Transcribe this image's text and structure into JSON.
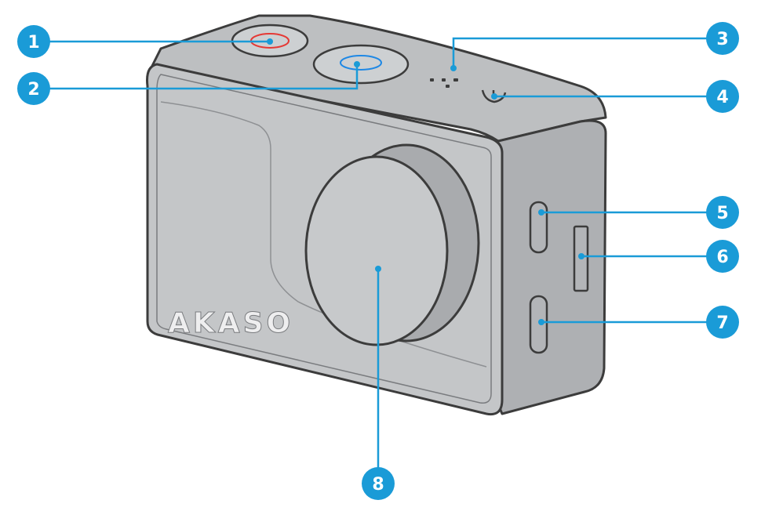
{
  "diagram": {
    "brand_logo_text": "AKASO",
    "callouts": [
      {
        "number": "1"
      },
      {
        "number": "2"
      },
      {
        "number": "3"
      },
      {
        "number": "4"
      },
      {
        "number": "5"
      },
      {
        "number": "6"
      },
      {
        "number": "7"
      },
      {
        "number": "8"
      }
    ]
  },
  "colors": {
    "callout_fill": "#1a9bd7",
    "callout_text": "#ffffff",
    "leader_line": "#1a9bd7",
    "body_gray": "#b8babc",
    "body_dark": "#a6a8ab",
    "outline": "#3c3c3c",
    "shutter_ring": "#e53935",
    "power_ring": "#1e88e5"
  }
}
